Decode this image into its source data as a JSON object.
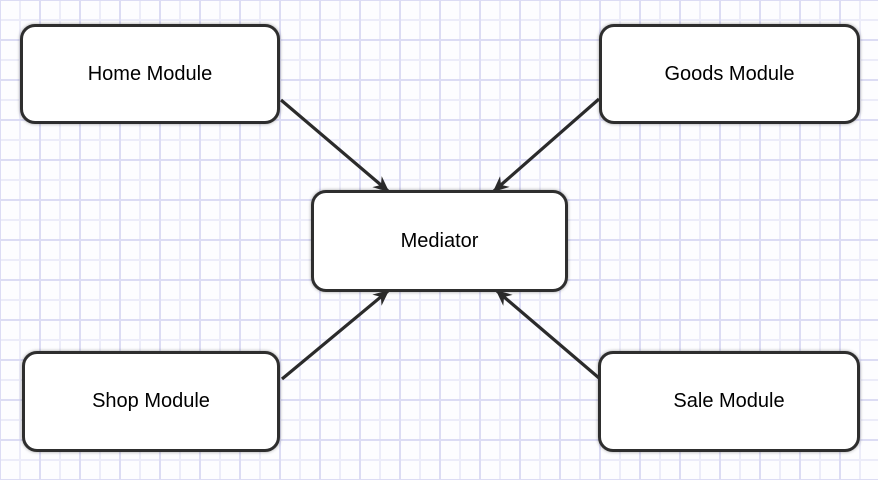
{
  "diagram": {
    "type": "flowchart",
    "description": "Mediator pattern module diagram: four modules point to a central Mediator",
    "nodes": [
      {
        "id": "home",
        "label": "Home Module"
      },
      {
        "id": "goods",
        "label": "Goods Module"
      },
      {
        "id": "mediator",
        "label": "Mediator"
      },
      {
        "id": "shop",
        "label": "Shop Module"
      },
      {
        "id": "sale",
        "label": "Sale Module"
      }
    ],
    "edges": [
      {
        "from": "Home Module",
        "to": "Mediator",
        "arrow": "arrowhead-at-mediator"
      },
      {
        "from": "Goods Module",
        "to": "Mediator",
        "arrow": "arrowhead-at-mediator"
      },
      {
        "from": "Shop Module",
        "to": "Mediator",
        "arrow": "arrowhead-at-mediator"
      },
      {
        "from": "Sale Module",
        "to": "Mediator",
        "arrow": "arrowhead-at-mediator"
      }
    ],
    "colors": {
      "background": "#fdfdff",
      "grid_minor": "#ececf9",
      "grid_major": "#dcdcf4",
      "node_fill": "#ffffff",
      "node_border": "#2e2e2e",
      "arrow": "#2b2b2b",
      "text": "#000000"
    }
  }
}
